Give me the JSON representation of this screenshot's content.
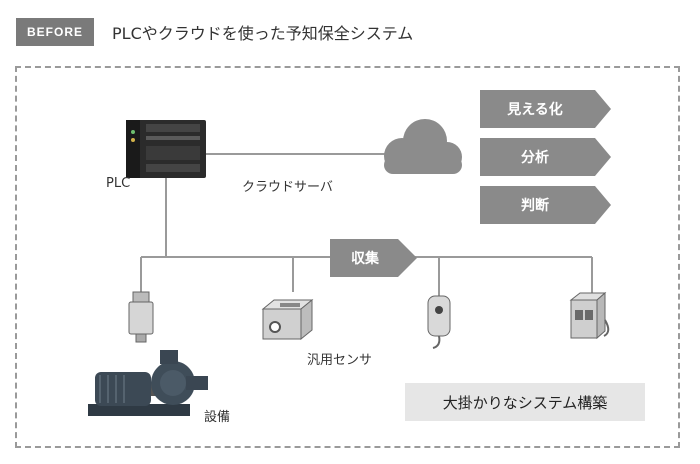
{
  "header": {
    "badge": "BEFORE",
    "title": "PLCやクラウドを使った予知保全システム"
  },
  "labels": {
    "plc": "PLC",
    "cloud_server": "クラウドサーバ",
    "equipment": "設備",
    "generic_sensor": "汎用センサ",
    "collect": "収集"
  },
  "functions": [
    "見える化",
    "分析",
    "判断"
  ],
  "note": "大掛かりなシステム構築",
  "colors": {
    "arrow": "#8a8a8a",
    "line": "#9a9a9a",
    "cloud": "#8c8c8c",
    "note_bg": "#e6e6e6"
  }
}
